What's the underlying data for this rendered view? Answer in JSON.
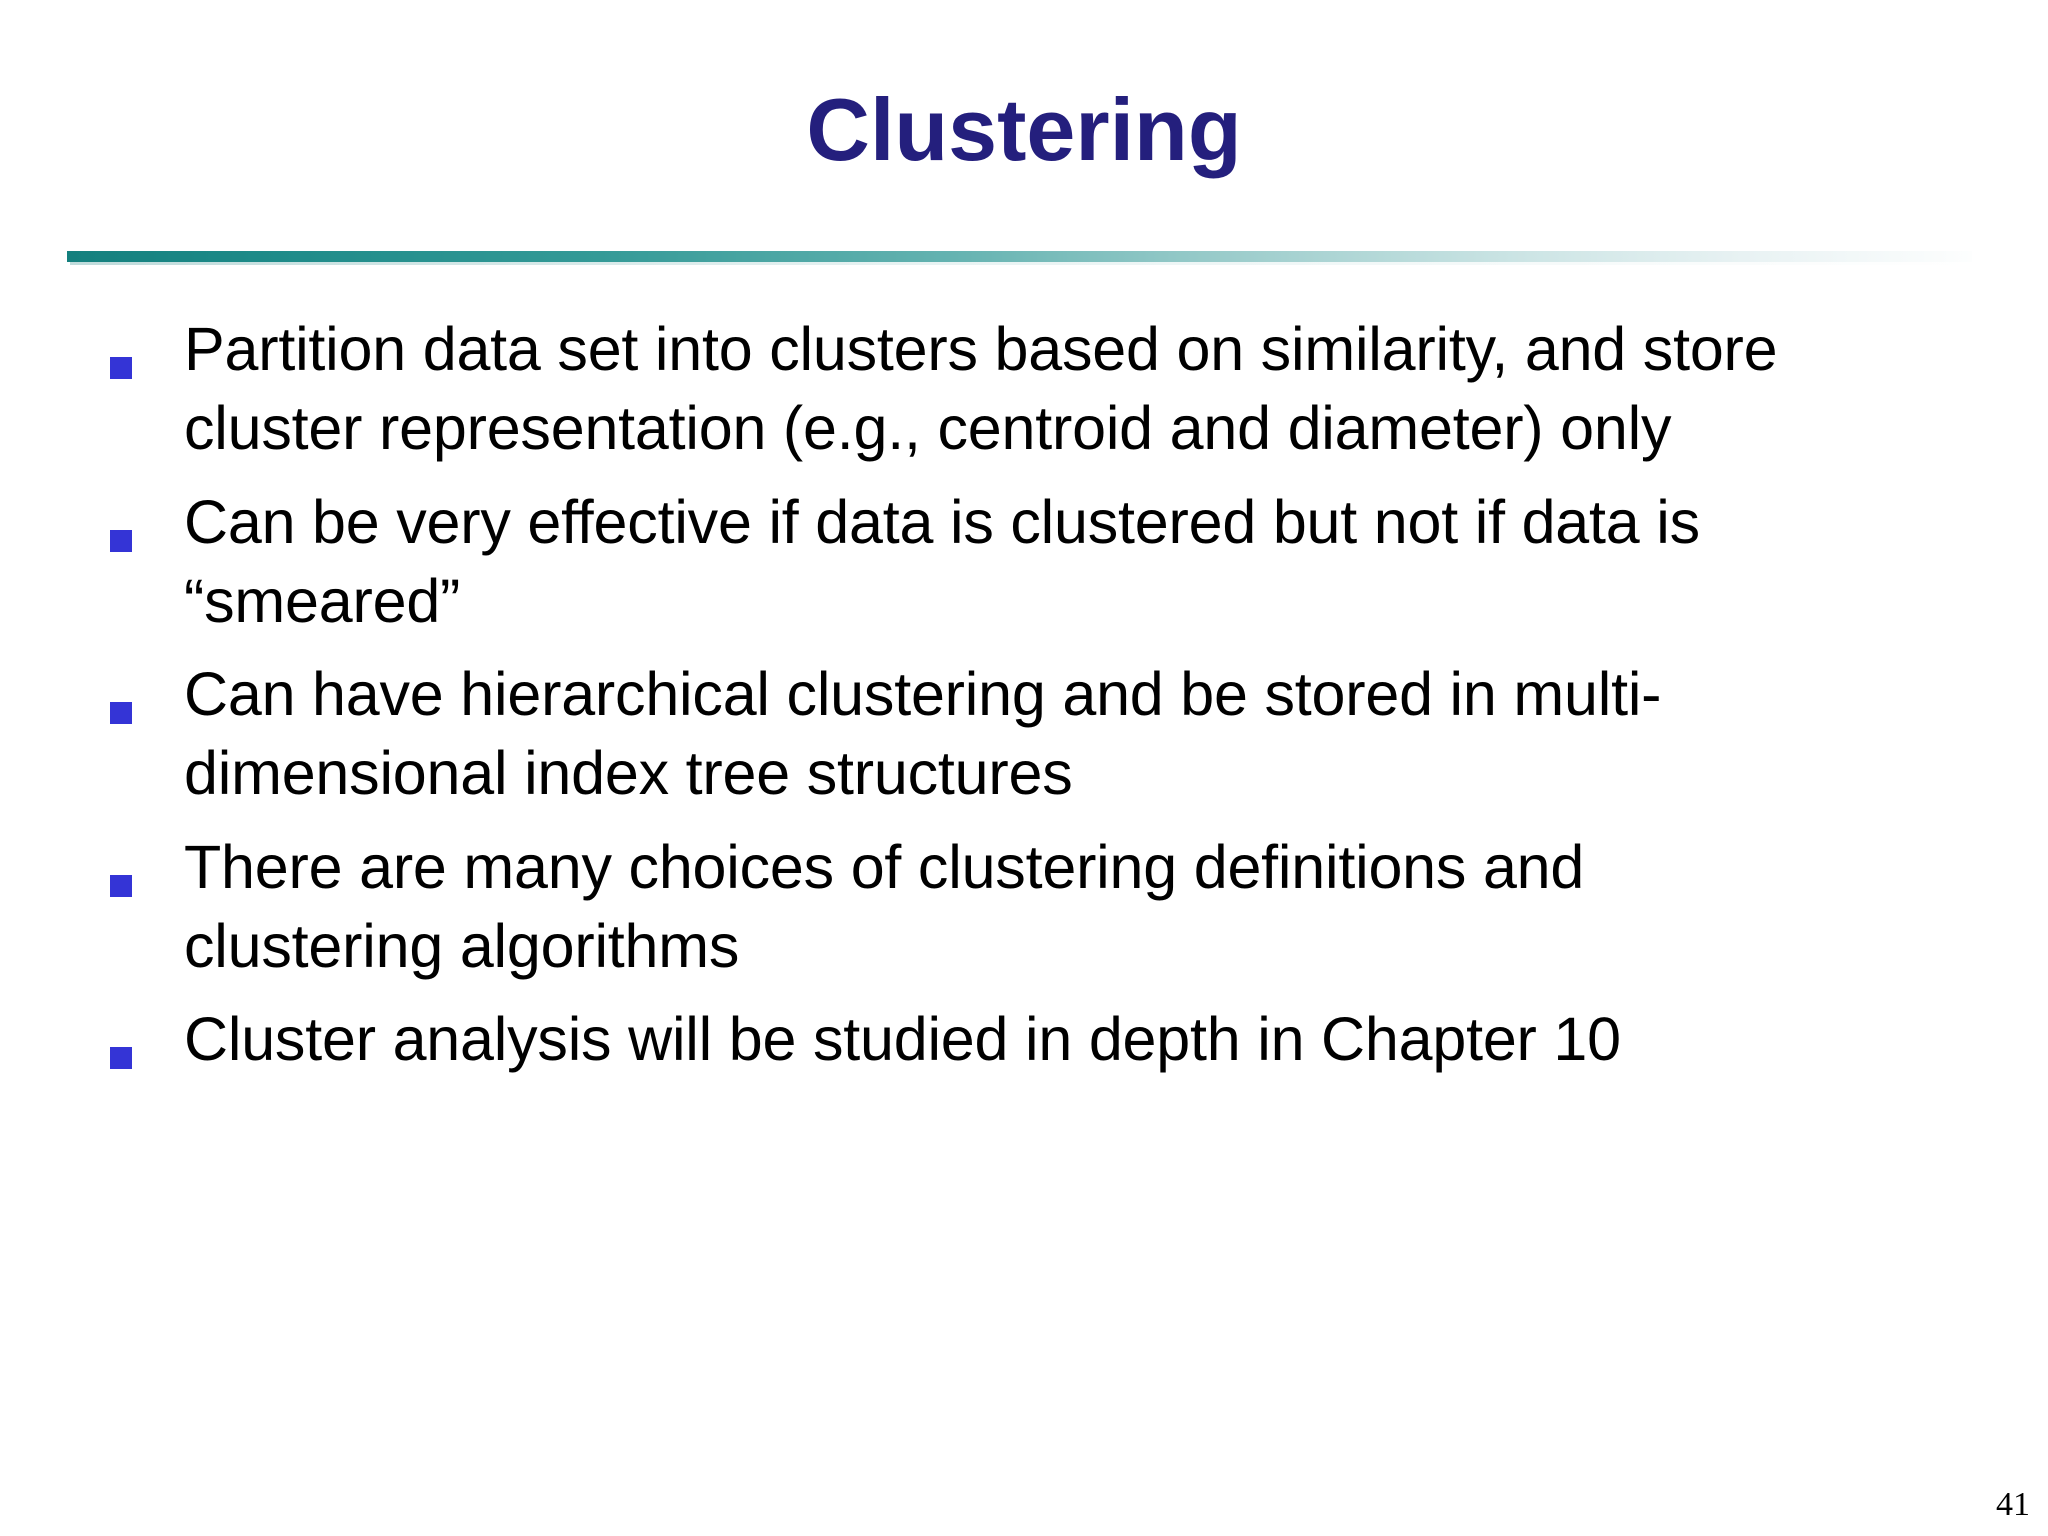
{
  "slide": {
    "title": "Clustering",
    "page_number": "41",
    "accent_rule_color_start": "#14807e",
    "accent_rule_color_end": "#ffffff",
    "title_color": "#241f7d",
    "bullet_marker_color": "#3434d6",
    "body_text_color": "#000000",
    "background_color": "#ffffff",
    "bullets": [
      {
        "text": "Partition data set into clusters based on similarity, and store cluster representation (e.g., centroid and diameter) only"
      },
      {
        "text": "Can be very effective if data is clustered but not if data is “smeared”"
      },
      {
        "text": "Can have hierarchical clustering and be stored in multi-dimensional index tree structures"
      },
      {
        "text": "There are many choices of clustering definitions and clustering algorithms"
      },
      {
        "text": "Cluster analysis will be studied in depth in Chapter 10"
      }
    ]
  }
}
